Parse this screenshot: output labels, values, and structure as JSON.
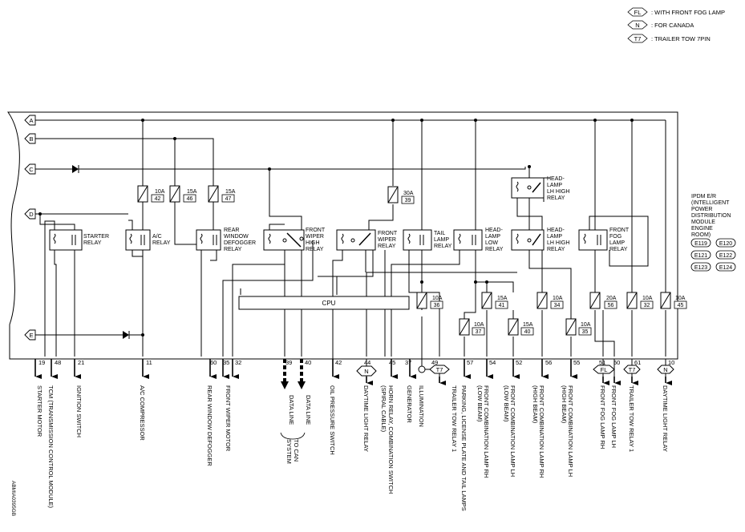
{
  "legend": [
    {
      "code": "FL",
      "text": ": WITH FRONT FOG LAMP"
    },
    {
      "code": "N",
      "text": ": FOR CANADA"
    },
    {
      "code": "T7",
      "text": ": TRAILER TOW 7PIN"
    }
  ],
  "buses": [
    "A",
    "B",
    "C",
    "D",
    "E"
  ],
  "module": {
    "lines": [
      "IPDM E/R",
      "(INTELLIGENT",
      "POWER",
      "DISTRIBUTION",
      "MODULE",
      "ENGINE",
      "ROOM)"
    ],
    "connectors": [
      "E119",
      "E120",
      "E121",
      "E122",
      "E123",
      "E124"
    ]
  },
  "cpu": "CPU",
  "fuses": {
    "f10a_42": {
      "amp": "10A",
      "num": "42"
    },
    "f15a_46": {
      "amp": "15A",
      "num": "46"
    },
    "f15a_47": {
      "amp": "15A",
      "num": "47"
    },
    "f30a_39": {
      "amp": "30A",
      "num": "39"
    },
    "f10a_36": {
      "amp": "10A",
      "num": "36"
    },
    "f10a_37": {
      "amp": "10A",
      "num": "37"
    },
    "f15a_41": {
      "amp": "15A",
      "num": "41"
    },
    "f15a_40": {
      "amp": "15A",
      "num": "40"
    },
    "f10a_34": {
      "amp": "10A",
      "num": "34"
    },
    "f10a_35": {
      "amp": "10A",
      "num": "35"
    },
    "f20a_56": {
      "amp": "20A",
      "num": "56"
    },
    "f10a_32": {
      "amp": "10A",
      "num": "32"
    },
    "f10a_45": {
      "amp": "10A",
      "num": "45"
    }
  },
  "relays": {
    "starter": [
      "STARTER",
      "RELAY"
    ],
    "ac": [
      "A/C",
      "RELAY"
    ],
    "rear_defogger": [
      "REAR",
      "WINDOW",
      "DEFOGGER",
      "RELAY"
    ],
    "wiper_high": [
      "FRONT",
      "WIPER",
      "HIGH",
      "RELAY"
    ],
    "wiper": [
      "FRONT",
      "WIPER",
      "RELAY"
    ],
    "tail": [
      "TAIL",
      "LAMP",
      "RELAY"
    ],
    "low": [
      "HEAD-",
      "LAMP",
      "LOW",
      "RELAY"
    ],
    "lh_high": [
      "HEAD-",
      "LAMP",
      "LH HIGH",
      "RELAY"
    ],
    "rh_high": [
      "HEAD-",
      "LAMP",
      "LH HIGH",
      "RELAY"
    ],
    "fog": [
      "FRONT",
      "FOG",
      "LAMP",
      "RELAY"
    ]
  },
  "pins": {
    "p19": "19",
    "p48": "48",
    "p21": "21",
    "p11": "11",
    "p60": "60",
    "p35": "35",
    "p32": "32",
    "p39": "39",
    "p40": "40",
    "p42": "42",
    "p44": "44",
    "p45": "45",
    "p37": "37",
    "p49": "49",
    "p57": "57",
    "p54": "54",
    "p52": "52",
    "p56": "56",
    "p55": "55",
    "p51": "51",
    "p50": "50",
    "p61": "61",
    "p10": "10"
  },
  "markers": {
    "n1": "N",
    "t7a": "T7",
    "fl": "FL",
    "t7b": "T7",
    "n2": "N"
  },
  "outputs": {
    "starter_motor": "STARTER MOTOR",
    "tcm": "TCM (TRANSMISSION CONTROL MODULE)",
    "ignition": "IGNITION SWITCH",
    "ac_comp": "A/C COMPRESSOR",
    "rear_defogger": "REAR WINDOW DEFOGGER",
    "wiper_motor": "FRONT WIPER MOTOR",
    "data_line_a": "DATA LINE",
    "data_line_b": "DATA LINE",
    "can_a": "TO CAN",
    "can_b": "SYSTEM",
    "oil": "OIL PRESSURE SWITCH",
    "drl": "DAYTIME LIGHT RELAY",
    "horn_a": "HORN RELAY, COMBINATION SWITCH",
    "horn_b": "(SPIRAL CABLE)",
    "generator": "GENERATOR",
    "illumination": "ILLUMINATION",
    "trailer1": "TRAILER TOW RELAY 1",
    "parking": "PARKING, LICENSE PLATE AND TAIL LAMPS",
    "fcl_rh_low_a": "FRONT COMBINATION LAMP RH",
    "fcl_rh_low_b": "(LOW BEAM)",
    "fcl_lh_low_a": "FRONT COMBINATION LAMP LH",
    "fcl_lh_low_b": "(LOW BEAM)",
    "fcl_rh_high_a": "FRONT COMBINATION LAMP RH",
    "fcl_rh_high_b": "(HIGH BEAM)",
    "fcl_lh_high_a": "FRONT COMBINATION LAMP LH",
    "fcl_lh_high_b": "(HIGH BEAM)",
    "fog_rh": "FRONT FOG LAMP RH",
    "fog_lh": "FRONT FOG LAMP LH",
    "trailer2": "TRAILER TOW RELAY 1",
    "drl2": "DAYTIME LIGHT RELAY"
  },
  "code": "ABMIA0395GB"
}
